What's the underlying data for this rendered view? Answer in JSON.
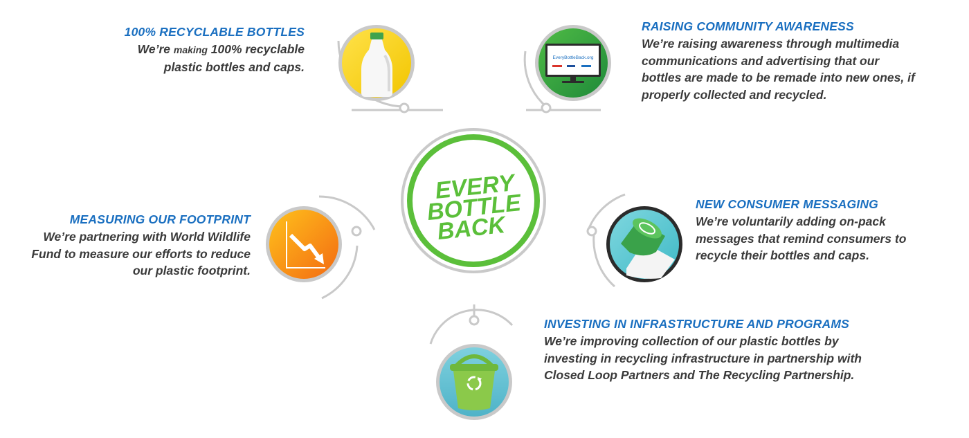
{
  "center": {
    "line1": "EVERY",
    "line2": "BOTTLE",
    "line3": "BACK"
  },
  "items": {
    "recyclable": {
      "title": "100% RECYCLABLE BOTTLES",
      "desc_a": "We’re ",
      "desc_b": "making",
      "desc_c": " 100% recyclable plastic bottles and caps.",
      "icon": "bottle-icon"
    },
    "awareness": {
      "title": "RAISING COMMUNITY AWARENESS",
      "desc": "We’re raising awareness through multimedia communications and advertising that our bottles are made to be remade into new ones, if properly collected and recycled.",
      "screen_text": "EveryBottleBack.org",
      "icon": "monitor-icon"
    },
    "footprint": {
      "title": "MEASURING OUR FOOTPRINT",
      "desc": "We’re partnering with World Wildlife Fund to measure our efforts to reduce our plastic footprint.",
      "icon": "declining-chart-icon"
    },
    "messaging": {
      "title": "NEW CONSUMER MESSAGING",
      "desc": "We’re voluntarily adding on-pack messages that remind consumers to recycle their bottles and caps.",
      "icon": "bottle-cap-icon"
    },
    "infrastructure": {
      "title": "INVESTING IN INFRASTRUCTURE AND PROGRAMS",
      "desc": "We’re improving collection of our plastic bottles by investing in recycling infrastructure in partnership with Closed Loop Partners and The Recycling Partnership.",
      "icon": "recycling-bin-icon"
    }
  },
  "colors": {
    "title_blue": "#1a6fc0",
    "text_gray": "#3a3a3a",
    "brand_green": "#5bbf3a",
    "ring_gray": "#c9c9c9"
  }
}
